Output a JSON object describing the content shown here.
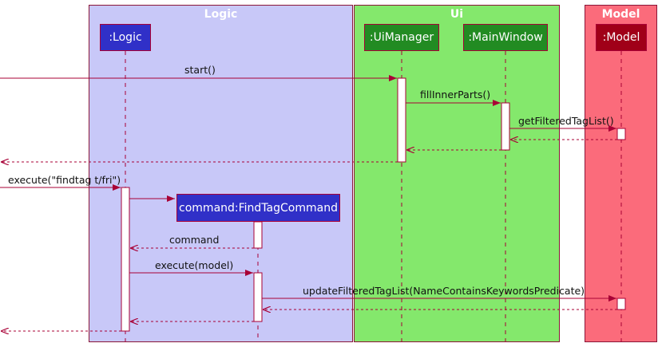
{
  "groups": {
    "logic": {
      "title": "Logic",
      "color": "#c8c8f8"
    },
    "ui": {
      "title": "Ui",
      "color": "#84e86c"
    },
    "model": {
      "title": "Model",
      "color": "#fb6b7b"
    }
  },
  "participants": {
    "logic": {
      "label": ":Logic",
      "color": "#3030c8"
    },
    "uimanager": {
      "label": ":UiManager",
      "color": "#228b22"
    },
    "mainwindow": {
      "label": ":MainWindow",
      "color": "#228b22"
    },
    "model": {
      "label": ":Model",
      "color": "#a00018"
    },
    "findtagcommand": {
      "label": "command:FindTagCommand",
      "color": "#3030c8"
    }
  },
  "messages": {
    "start": "start()",
    "fill_inner_parts": "fillInnerParts()",
    "get_filtered_tag_list": "getFilteredTagList()",
    "execute_findtag": "execute(\"findtag t/fri\")",
    "command_return": "command",
    "execute_model": "execute(model)",
    "update_filtered_tag_list": "updateFilteredTagList(NameContainsKeywordsPredicate)"
  },
  "colors": {
    "arrow": "#a80036",
    "activation_fill": "#ffffff"
  }
}
